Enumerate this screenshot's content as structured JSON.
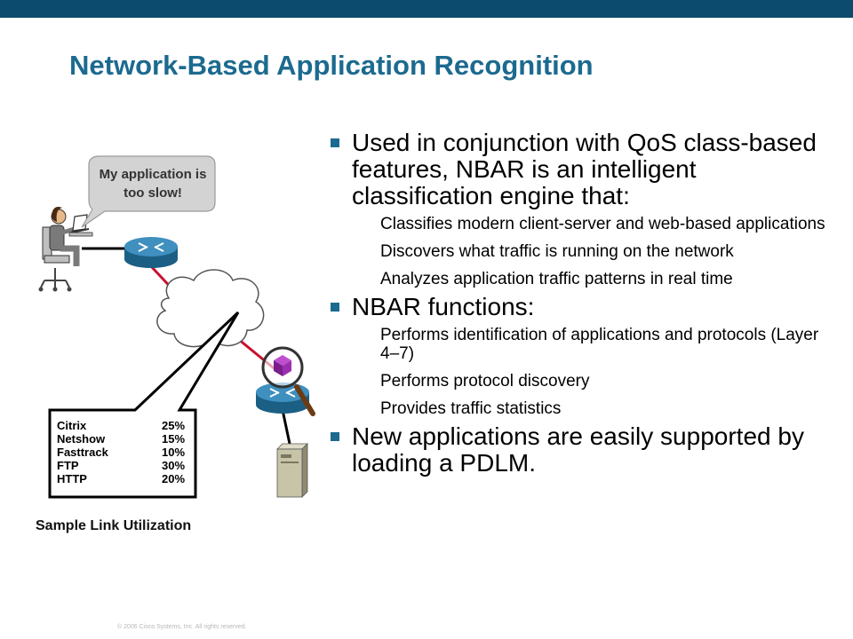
{
  "slide": {
    "title": "Network-Based Application Recognition",
    "footer": "© 2006 Cisco Systems, Inc. All rights reserved."
  },
  "colors": {
    "accent": "#1c6a8f",
    "top_bar": "#0c4a6e",
    "link_red": "#c8102e"
  },
  "illustration": {
    "speech_bubble": "My application is too slow!",
    "utilization_table": [
      {
        "app": "Citrix",
        "pct": "25%"
      },
      {
        "app": "Netshow",
        "pct": "15%"
      },
      {
        "app": "Fasttrack",
        "pct": "10%"
      },
      {
        "app": "FTP",
        "pct": "30%"
      },
      {
        "app": "HTTP",
        "pct": "20%"
      }
    ],
    "caption": "Sample Link Utilization",
    "icons": [
      "user-at-laptop-icon",
      "router-icon",
      "cloud-icon",
      "router-icon",
      "magnifier-icon",
      "server-icon"
    ]
  },
  "bullets": [
    {
      "text": "Used in conjunction with QoS class-based features, NBAR is an intelligent classification engine that:",
      "subs": [
        "Classifies modern client-server and web-based applications",
        "Discovers what traffic is running on the network",
        "Analyzes application traffic patterns in real time"
      ]
    },
    {
      "text": "NBAR functions:",
      "subs": [
        "Performs identification of applications and protocols (Layer 4–7)",
        "Performs protocol discovery",
        "Provides traffic statistics"
      ]
    },
    {
      "text": "New applications are easily supported by loading a PDLM.",
      "subs": []
    }
  ]
}
